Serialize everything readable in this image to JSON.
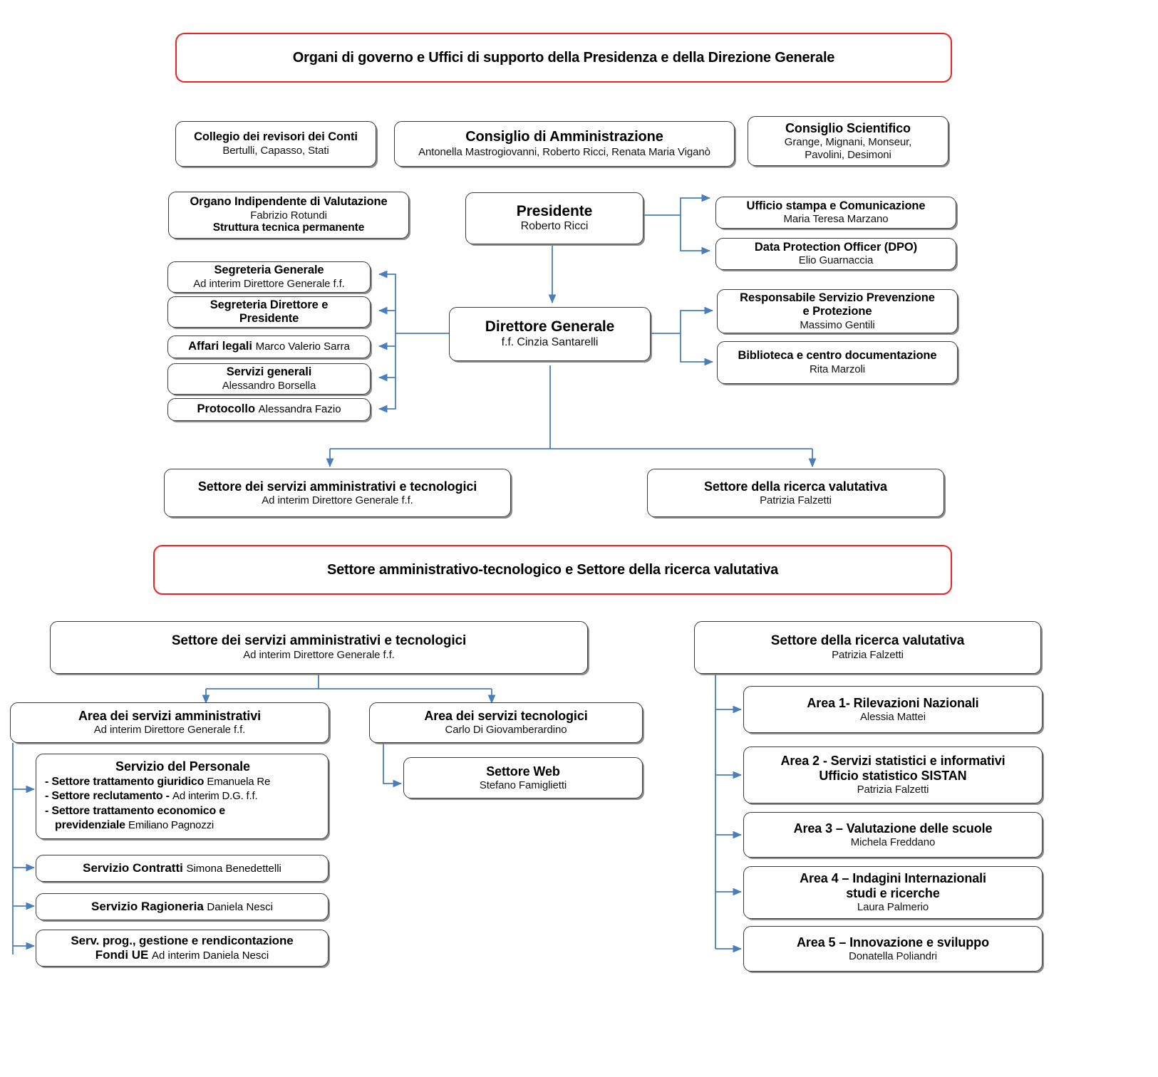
{
  "colors": {
    "banner_border": "#ee2222",
    "node_border": "#3a3a3a",
    "connector": "#4a7ebb",
    "background": "#ffffff"
  },
  "banners": [
    {
      "text": "Organi di governo e Uffici di supporto della Presidenza e della Direzione Generale"
    },
    {
      "text": "Settore amministrativo-tecnologico e Settore della ricerca valutativa"
    }
  ],
  "top_section": {
    "collegio_revisori": {
      "title": "Collegio dei revisori dei Conti",
      "members": "Bertulli, Capasso, Stati"
    },
    "consiglio_amministrazione": {
      "title": "Consiglio di Amministrazione",
      "members": "Antonella Mastrogiovanni, Roberto Ricci, Renata Maria Viganò"
    },
    "consiglio_scientifico": {
      "title": "Consiglio Scientifico",
      "members_line1": "Grange, Mignani, Monseur,",
      "members_line2": "Pavolini, Desimoni"
    },
    "oiv": {
      "title": "Organo Indipendente di Valutazione",
      "person": "Fabrizio Rotundi",
      "note": "Struttura tecnica permanente"
    },
    "presidente": {
      "title": "Presidente",
      "person": "Roberto Ricci"
    },
    "direttore_generale": {
      "title": "Direttore Generale",
      "person": "f.f. Cinzia Santarelli"
    },
    "left_units": [
      {
        "title": "Segreteria Generale",
        "person": "Ad interim Direttore Generale f.f.",
        "layout": "stacked"
      },
      {
        "title_line1": "Segreteria Direttore e",
        "title_line2": "Presidente",
        "layout": "two-line-title"
      },
      {
        "title": "Affari legali",
        "person": "Marco Valerio Sarra",
        "layout": "inline"
      },
      {
        "title": "Servizi generali",
        "person": "Alessandro Borsella",
        "layout": "stacked"
      },
      {
        "title": "Protocollo",
        "person": "Alessandra Fazio",
        "layout": "inline"
      }
    ],
    "right_units": [
      {
        "title": "Ufficio stampa e Comunicazione",
        "person": "Maria Teresa Marzano"
      },
      {
        "title": "Data Protection Officer (DPO)",
        "person": "Elio Guarnaccia"
      },
      {
        "title_line1": "Responsabile Servizio Prevenzione",
        "title_line2": "e Protezione",
        "person": "Massimo Gentili"
      },
      {
        "title": "Biblioteca e centro documentazione",
        "person": "Rita Marzoli"
      }
    ],
    "settori": [
      {
        "title": "Settore dei servizi amministrativi e tecnologici",
        "person": "Ad interim Direttore Generale f.f."
      },
      {
        "title": "Settore della ricerca valutativa",
        "person": "Patrizia Falzetti"
      }
    ]
  },
  "bottom_section": {
    "settore_amministrativo": {
      "title": "Settore dei servizi amministrativi e tecnologici",
      "person": "Ad interim Direttore Generale f.f."
    },
    "settore_ricerca": {
      "title": "Settore della ricerca valutativa",
      "person": "Patrizia Falzetti"
    },
    "area_amministrativi": {
      "title": "Area dei servizi amministrativi",
      "person": "Ad interim Direttore Generale f.f."
    },
    "area_tecnologici": {
      "title": "Area dei servizi tecnologici",
      "person": "Carlo Di Giovamberardino"
    },
    "settore_web": {
      "title": "Settore Web",
      "person": "Stefano Famiglietti"
    },
    "servizio_personale": {
      "title": "Servizio del Personale",
      "items": [
        {
          "bold": "- Settore trattamento giuridico",
          "regular": "Emanuela Re"
        },
        {
          "bold": "- Settore reclutamento -",
          "regular": "Ad interim D.G. f.f."
        },
        {
          "bold": "- Settore trattamento economico e",
          "regular": ""
        },
        {
          "bold": "previdenziale",
          "regular": "Emiliano Pagnozzi"
        }
      ]
    },
    "servizi_left": [
      {
        "title": "Servizio Contratti",
        "person": "Simona Benedettelli"
      },
      {
        "title": "Servizio Ragioneria",
        "person": "Daniela Nesci"
      }
    ],
    "fondi_ue": {
      "title_line1": "Serv. prog., gestione e rendicontazione",
      "title_line2": "Fondi UE",
      "person": "Ad interim Daniela Nesci"
    },
    "aree": [
      {
        "title": "Area 1- Rilevazioni Nazionali",
        "person": "Alessia Mattei"
      },
      {
        "title_line1": "Area 2 - Servizi statistici e informativi",
        "title_line2": "Ufficio statistico SISTAN",
        "person": "Patrizia Falzetti"
      },
      {
        "title": "Area 3 – Valutazione delle scuole",
        "person": "Michela Freddano"
      },
      {
        "title_line1": "Area 4 – Indagini Internazionali",
        "title_line2": "studi e ricerche",
        "person": "Laura Palmerio"
      },
      {
        "title": "Area 5 – Innovazione e sviluppo",
        "person": "Donatella Poliandri"
      }
    ]
  }
}
